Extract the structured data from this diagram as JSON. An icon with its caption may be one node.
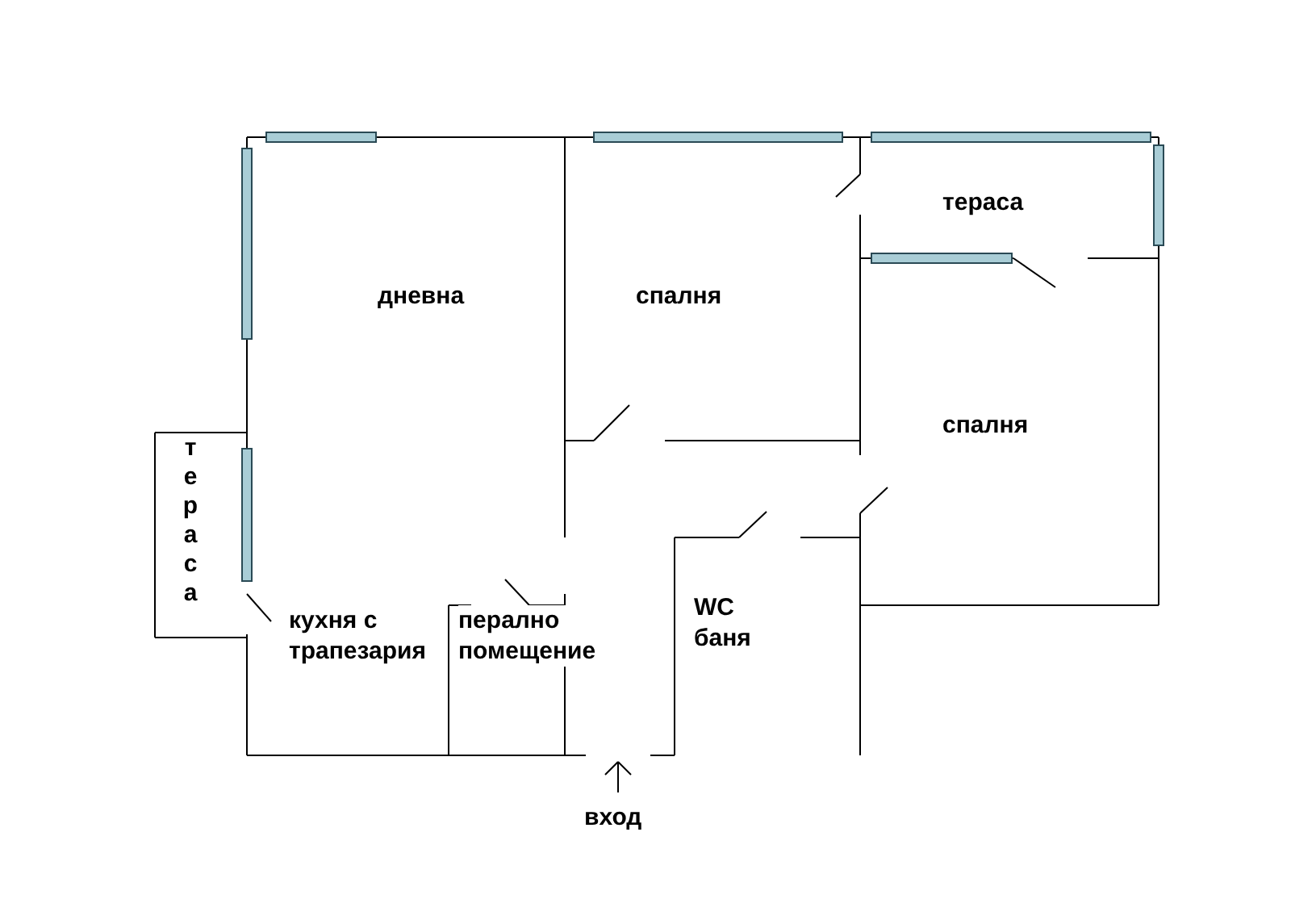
{
  "diagram": {
    "labels": [
      "тераса",
      "дневна",
      "спалня",
      "спалня",
      "тераса",
      "кухня с трапезария",
      "перално помещение",
      "WC баня",
      "вход"
    ]
  }
}
